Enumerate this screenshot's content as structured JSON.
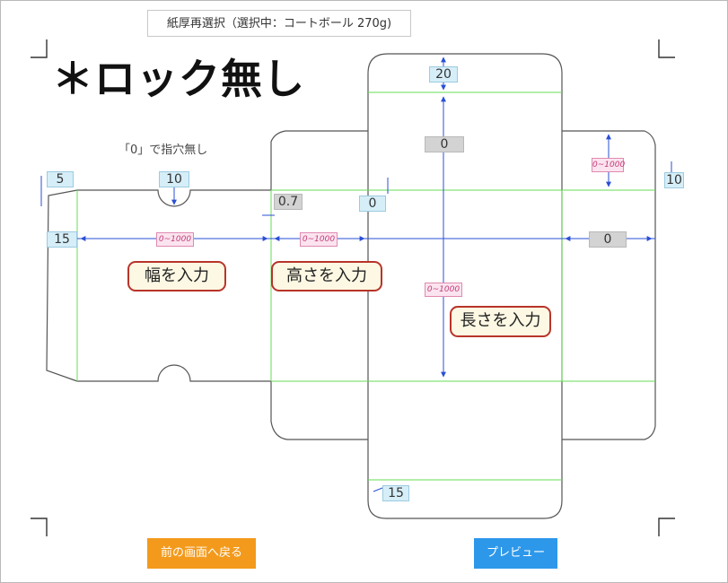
{
  "header": {
    "paper_select_label": "紙厚再選択（選択中：コートボール 270g)"
  },
  "title": "＊ロック無し",
  "note": "「0」で指穴無し",
  "fields": {
    "glue_flap_top": "5",
    "thumb_hole": "10",
    "tuck_gap": "0.7",
    "side_offset": "0",
    "top_tuck": "20",
    "top_inner": "0",
    "dust_flap_range": "0~1000",
    "right_edge": "10",
    "glue_flap_width": "15",
    "width_range": "0~1000",
    "height_range": "0~1000",
    "right_panel": "0",
    "length_range": "0~1000",
    "bottom_tuck": "15"
  },
  "callouts": {
    "width": "幅を入力",
    "height": "高さを入力",
    "length": "長さを入力"
  },
  "buttons": {
    "back": "前の画面へ戻る",
    "preview": "プレビュー"
  },
  "colors": {
    "cut_line": "#555555",
    "fold_line": "#66dd55",
    "dimension": "#2a4fd6",
    "back_button": "#f39a1c",
    "preview_button": "#2d98ea",
    "callout_border": "#b8342a"
  }
}
